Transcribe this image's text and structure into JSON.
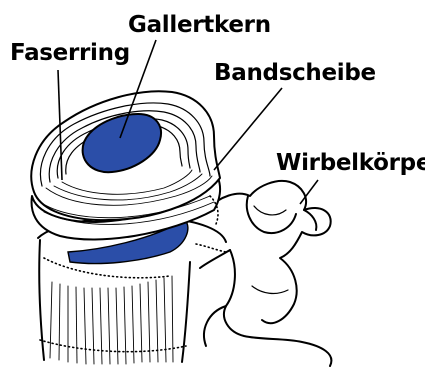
{
  "labels": {
    "nucleus": "Gallertkern",
    "annulus": "Faserring",
    "disc": "Bandscheibe",
    "vertebral_body": "Wirbelkörper"
  },
  "colors": {
    "nucleus_blue": "#2b4ea8",
    "ink": "#000000",
    "background": "#ffffff"
  }
}
